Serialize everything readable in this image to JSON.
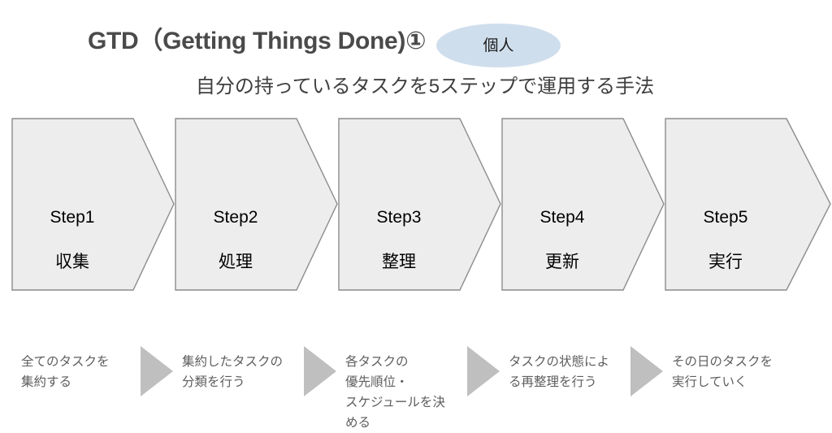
{
  "header": {
    "title": "GTD（Getting Things Done)①",
    "badge_label": "個人",
    "badge_color": "#cfdeec",
    "subtitle": "自分の持っているタスクを5ステップで運用する手法"
  },
  "steps": [
    {
      "step_label": "Step1",
      "step_name": "収集",
      "caption": "全てのタスクを\n集約する"
    },
    {
      "step_label": "Step2",
      "step_name": "処理",
      "caption": "集約したタスクの\n分類を行う"
    },
    {
      "step_label": "Step3",
      "step_name": "整理",
      "caption": "各タスクの\n優先順位・\nスケジュールを決\nめる"
    },
    {
      "step_label": "Step4",
      "step_name": "更新",
      "caption": "タスクの状態によ\nる再整理を行う"
    },
    {
      "step_label": "Step5",
      "step_name": "実行",
      "caption": "その日のタスクを\n実行していく"
    }
  ],
  "style": {
    "chevron_fill": "#ededed",
    "chevron_stroke": "#8c8c8c",
    "arrow_fill": "#bfbfbf",
    "caption_color": "#5e5e5e",
    "title_color": "#4a4a4a",
    "subtitle_color": "#3f3f3f"
  }
}
